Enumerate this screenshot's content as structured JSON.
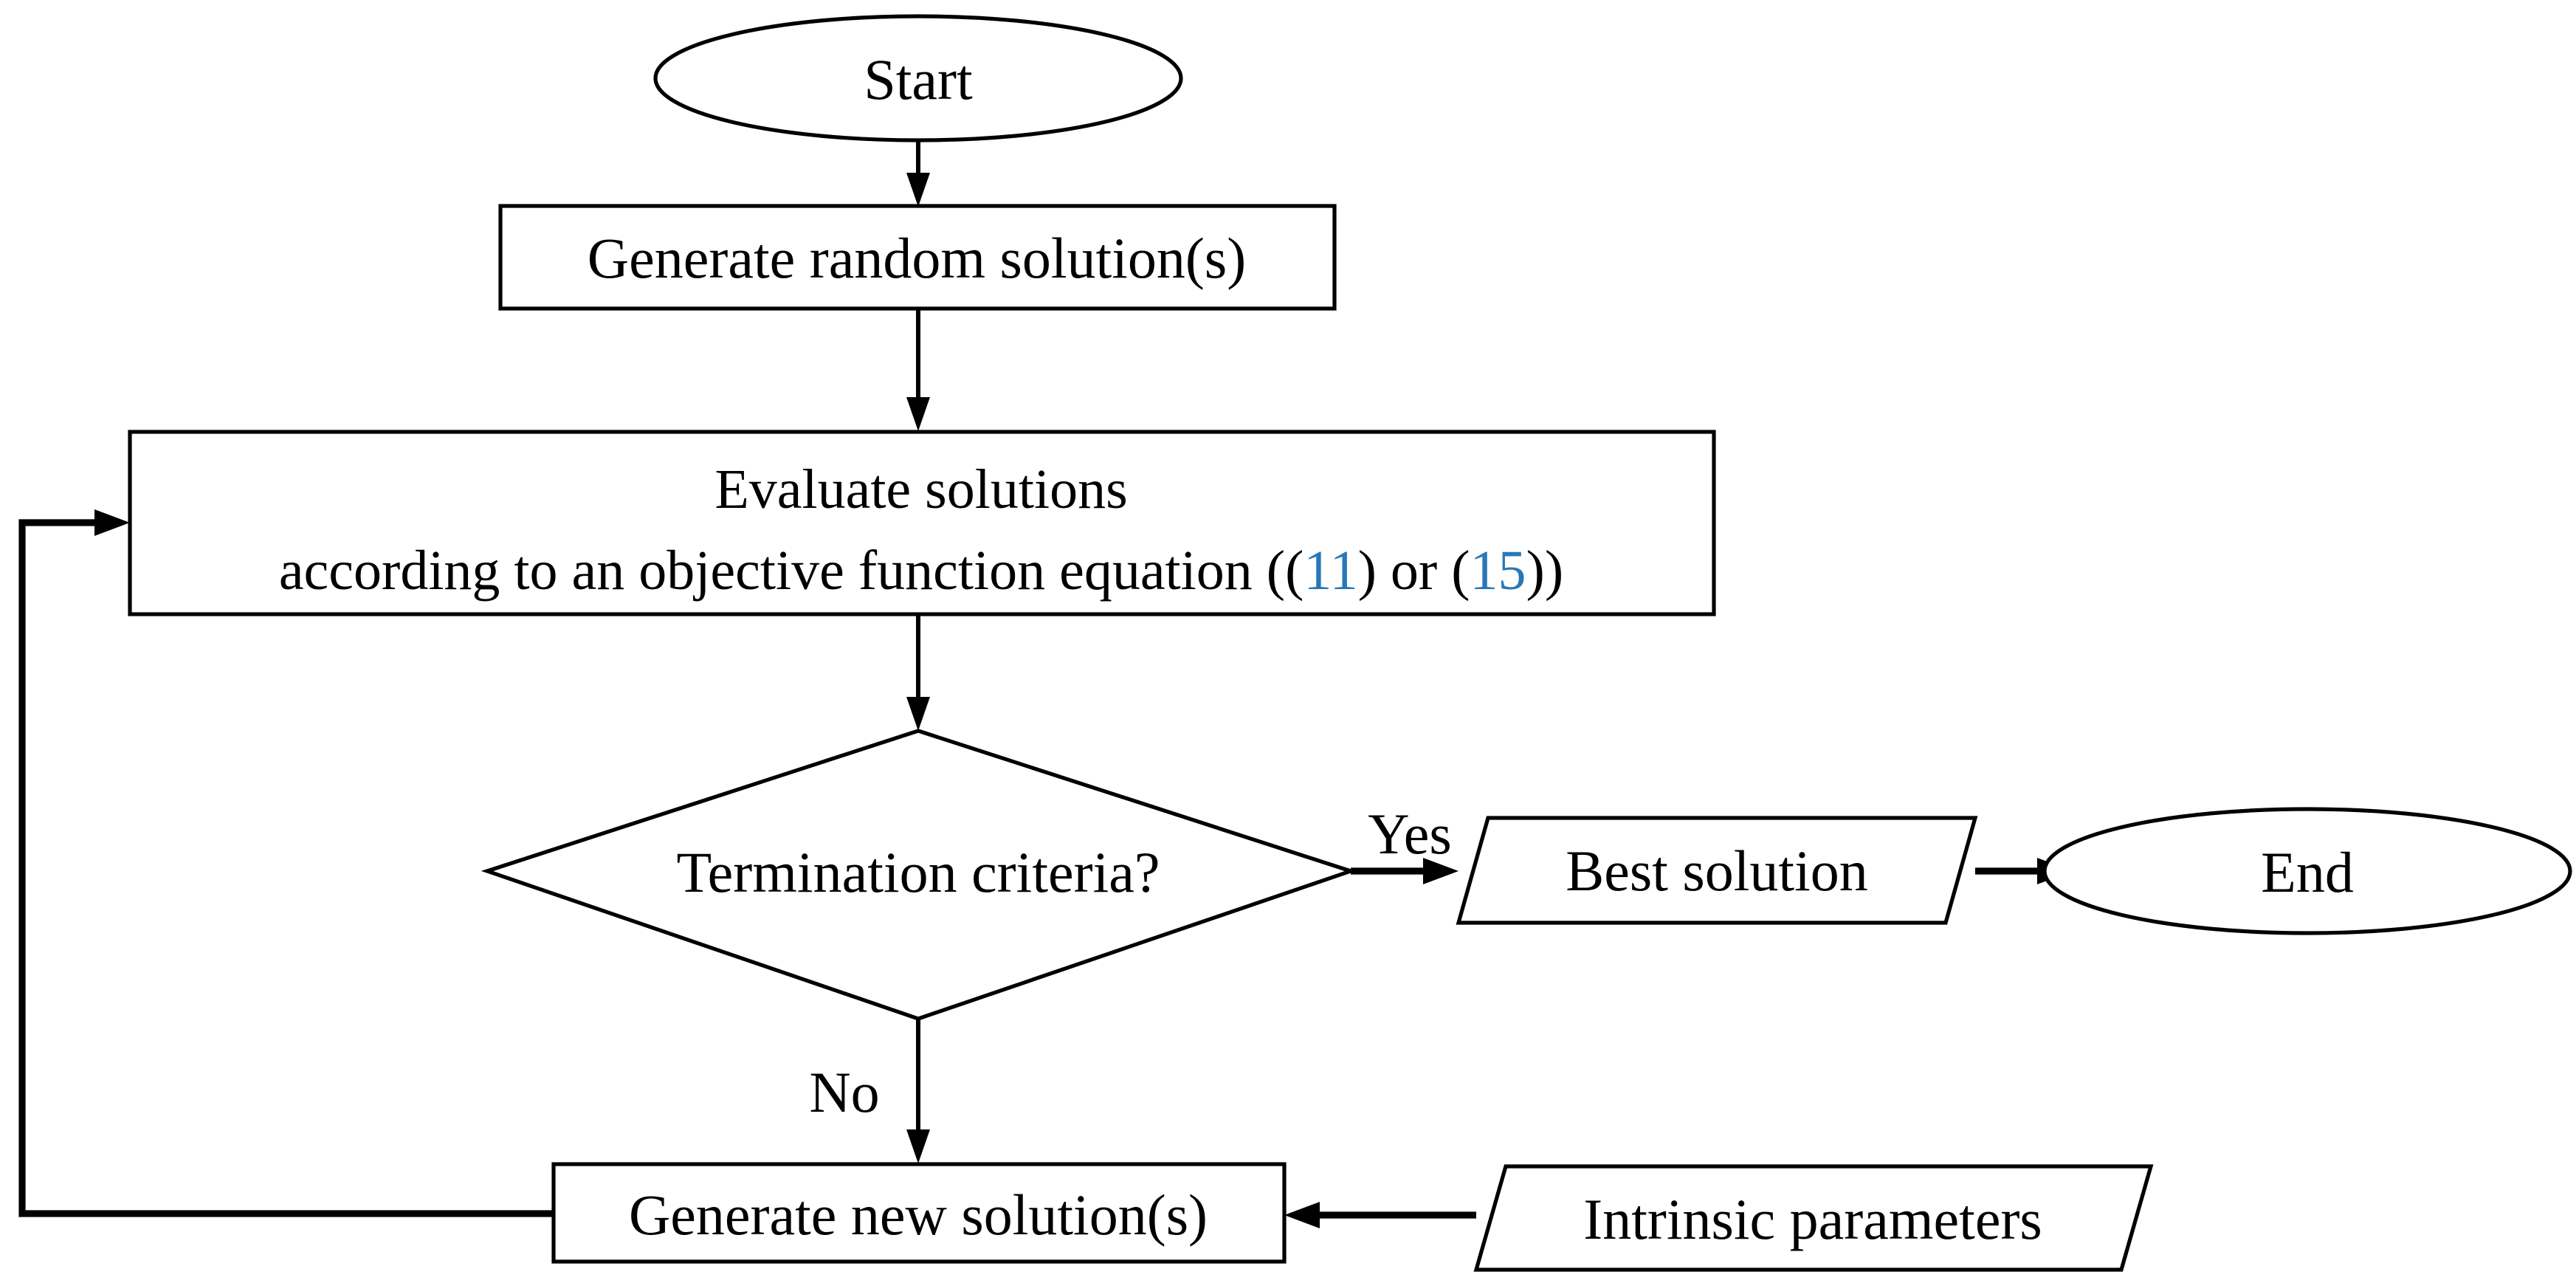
{
  "figure": {
    "background": "#ffffff",
    "line_color": "#000000",
    "reference_color": "#2878b8",
    "nodes": {
      "start": {
        "shape": "terminator",
        "label": "Start"
      },
      "generate_random": {
        "shape": "process",
        "label": "Generate random solution(s)"
      },
      "evaluate": {
        "shape": "process",
        "line1": "Evaluate solutions",
        "line2_prefix": "according to an objective function equation ((",
        "ref1": "11",
        "line2_middle": ") or (",
        "ref2": "15",
        "line2_suffix": "))"
      },
      "termination": {
        "shape": "decision",
        "label": "Termination criteria?"
      },
      "best_solution": {
        "shape": "data",
        "label": "Best solution"
      },
      "end": {
        "shape": "terminator",
        "label": "End"
      },
      "generate_new": {
        "shape": "process",
        "label": "Generate new solution(s)"
      },
      "intrinsic_parameters": {
        "shape": "data",
        "label": "Intrinsic parameters"
      }
    },
    "edges": {
      "yes_label": "Yes",
      "no_label": "No"
    }
  }
}
